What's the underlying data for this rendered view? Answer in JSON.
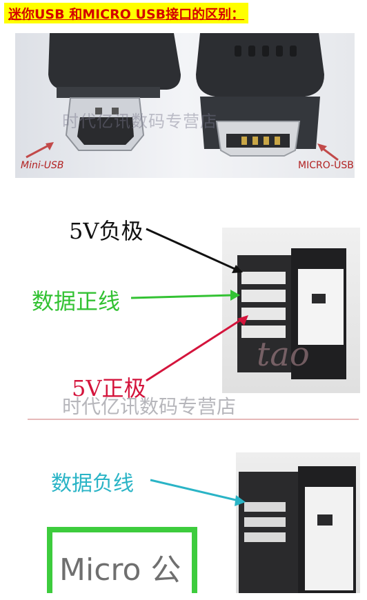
{
  "header": {
    "title": "迷你USB 和MICRO USB接口的区别：",
    "bg_color": "#ffff00",
    "text_color": "#d40000"
  },
  "photo_top": {
    "watermark": "时代亿讯数码专营店",
    "label_left": "Mini-USB",
    "label_right": "MICRO-USB"
  },
  "pin_labels": {
    "vcc_neg": "5V负极",
    "data_pos": "数据正线",
    "vcc_pos": "5V正极",
    "data_neg": "数据负线"
  },
  "colors": {
    "vcc_neg": "#111111",
    "data_pos": "#33c233",
    "vcc_pos": "#d4143c",
    "data_neg": "#2ab4c6",
    "box": "#3dcc3d"
  },
  "photo_mid": {
    "watermark_overlay": "tao"
  },
  "store_watermark": "时代亿讯数码专营店",
  "micro_label": "Micro 公"
}
